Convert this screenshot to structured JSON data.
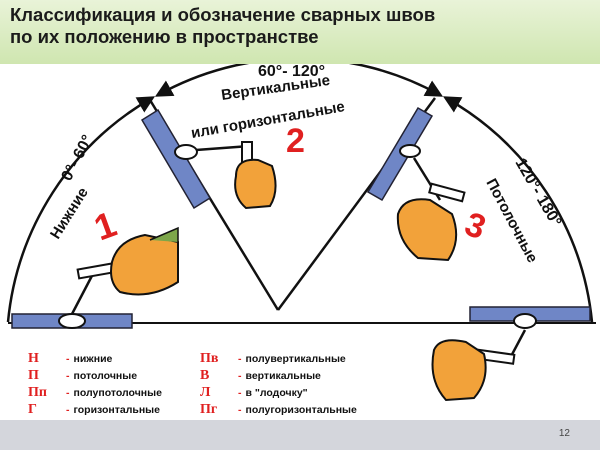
{
  "title": {
    "line1": "Классификация и обозначение сварных швов",
    "line2": "по их положению в пространстве"
  },
  "diagram": {
    "angles": {
      "left": "0°- 60°",
      "top": "60°- 120°",
      "right": "120°- 180°"
    },
    "positions": {
      "lower": "Нижние",
      "vertical_line1": "Вертикальные",
      "vertical_line2": "или горизонтальные",
      "ceiling": "Потолочные"
    },
    "numbers": {
      "one": "1",
      "two": "2",
      "three": "3"
    }
  },
  "legend": {
    "left": [
      {
        "code": "Н",
        "desc": "нижние"
      },
      {
        "code": "П",
        "desc": "потолочные"
      },
      {
        "code": "Пп",
        "desc": "полупотолочные"
      },
      {
        "code": "Г",
        "desc": "горизонтальные"
      }
    ],
    "right": [
      {
        "code": "Пв",
        "desc": "полувертикальные"
      },
      {
        "code": "В",
        "desc": "вертикальные"
      },
      {
        "code": "Л",
        "desc": "в \"лодочку\""
      },
      {
        "code": "Пг",
        "desc": "полугоризонтальные"
      }
    ]
  },
  "footer": {
    "page_number": "12"
  },
  "colors": {
    "accent_red": "#e02020",
    "plate_blue": "#6f86c6",
    "hand": "#f2a23a",
    "title_bg": "#d8ebc0"
  }
}
